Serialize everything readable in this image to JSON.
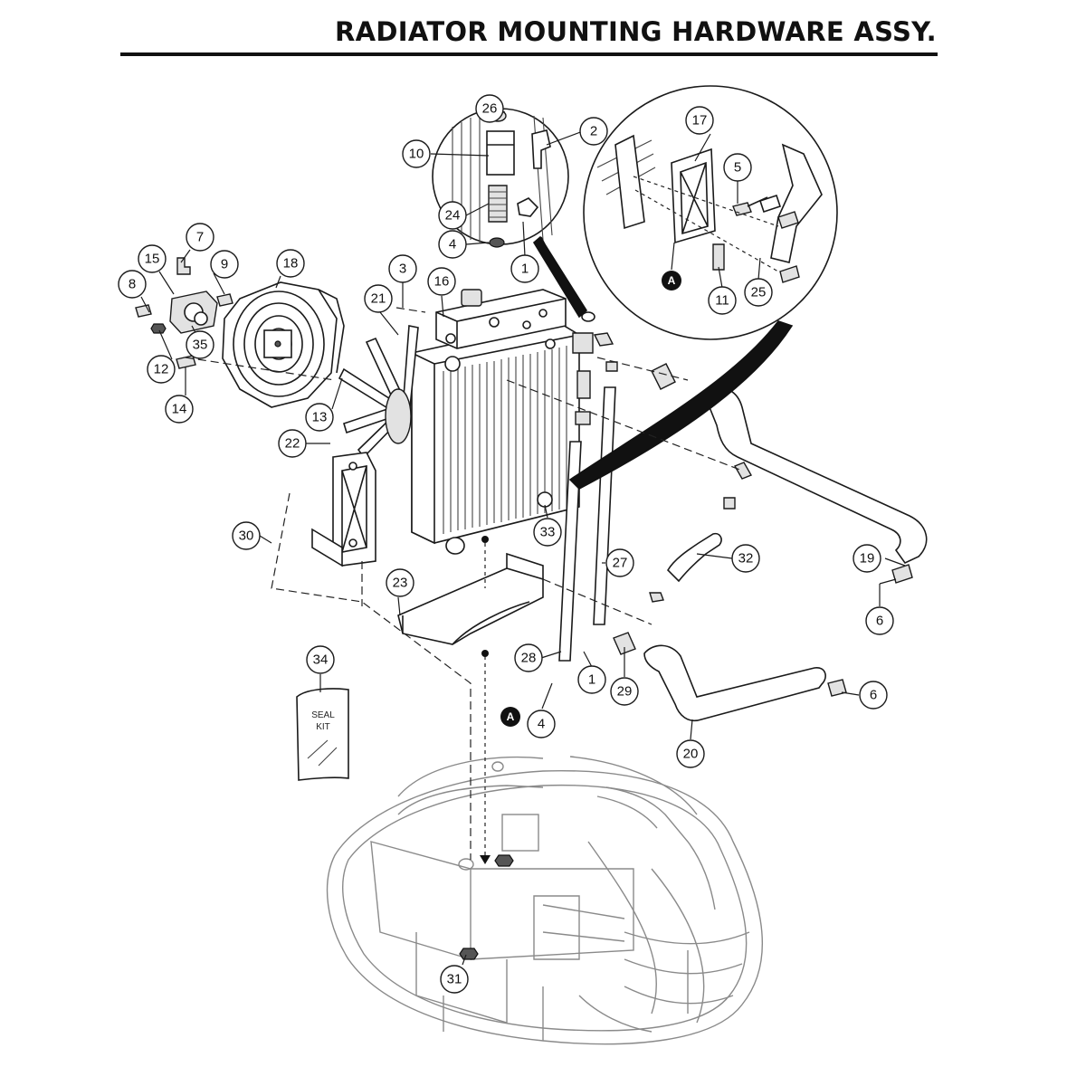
{
  "title": "RADIATOR MOUNTING HARDWARE ASSY.",
  "seal_kit": {
    "line1": "SEAL",
    "line2": "KIT"
  },
  "detail_marker": "A",
  "callouts": [
    {
      "id": "1",
      "n": "1"
    },
    {
      "id": "1b",
      "n": "1"
    },
    {
      "id": "2",
      "n": "2"
    },
    {
      "id": "3",
      "n": "3"
    },
    {
      "id": "4",
      "n": "4"
    },
    {
      "id": "4b",
      "n": "4"
    },
    {
      "id": "5",
      "n": "5"
    },
    {
      "id": "6",
      "n": "6"
    },
    {
      "id": "6b",
      "n": "6"
    },
    {
      "id": "7",
      "n": "7"
    },
    {
      "id": "8",
      "n": "8"
    },
    {
      "id": "9",
      "n": "9"
    },
    {
      "id": "10",
      "n": "10"
    },
    {
      "id": "11",
      "n": "11"
    },
    {
      "id": "12",
      "n": "12"
    },
    {
      "id": "13",
      "n": "13"
    },
    {
      "id": "14",
      "n": "14"
    },
    {
      "id": "15",
      "n": "15"
    },
    {
      "id": "16",
      "n": "16"
    },
    {
      "id": "17",
      "n": "17"
    },
    {
      "id": "18",
      "n": "18"
    },
    {
      "id": "19",
      "n": "19"
    },
    {
      "id": "20",
      "n": "20"
    },
    {
      "id": "21",
      "n": "21"
    },
    {
      "id": "22",
      "n": "22"
    },
    {
      "id": "23",
      "n": "23"
    },
    {
      "id": "24",
      "n": "24"
    },
    {
      "id": "25",
      "n": "25"
    },
    {
      "id": "26",
      "n": "26"
    },
    {
      "id": "27",
      "n": "27"
    },
    {
      "id": "28",
      "n": "28"
    },
    {
      "id": "29",
      "n": "29"
    },
    {
      "id": "30",
      "n": "30"
    },
    {
      "id": "31",
      "n": "31"
    },
    {
      "id": "32",
      "n": "32"
    },
    {
      "id": "33",
      "n": "33"
    },
    {
      "id": "34",
      "n": "34"
    },
    {
      "id": "35",
      "n": "35"
    }
  ]
}
